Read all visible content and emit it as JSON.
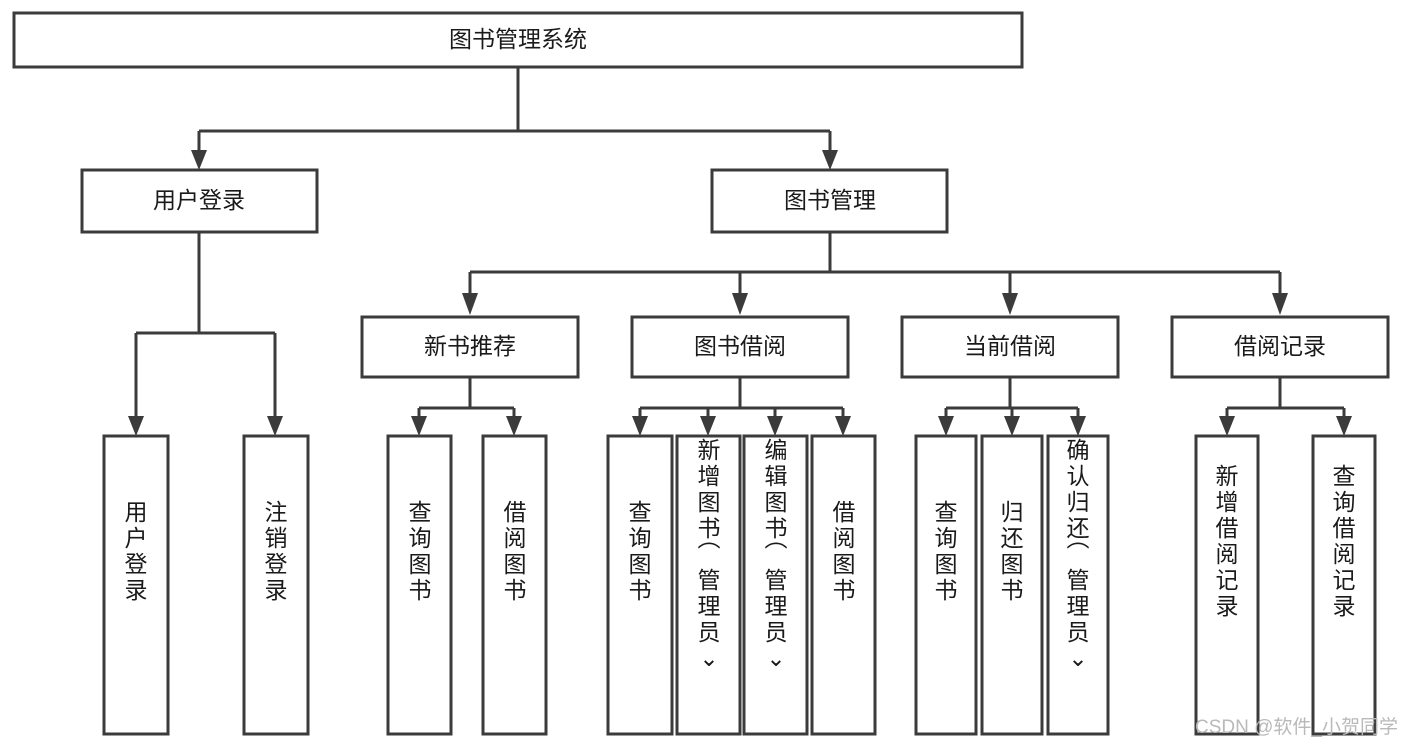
{
  "diagram": {
    "type": "tree",
    "title": "图书管理系统",
    "orientation": "top-down",
    "watermark": "CSDN @软件_小贺同学",
    "colors": {
      "stroke": "#3b3b3b",
      "box_fill": "#ffffff",
      "text": "#1a1a1a",
      "background": "#ffffff",
      "watermark": "#b9b9b9"
    },
    "nodes": {
      "root": {
        "label": "图书管理系统",
        "level": 1,
        "orientation": "horizontal"
      },
      "level2": [
        {
          "id": "user-login",
          "label": "用户登录",
          "orientation": "horizontal"
        },
        {
          "id": "book-management",
          "label": "图书管理",
          "orientation": "horizontal"
        }
      ],
      "level3": [
        {
          "id": "new-book-recommend",
          "label": "新书推荐",
          "orientation": "horizontal",
          "parent": "book-management"
        },
        {
          "id": "book-borrow",
          "label": "图书借阅",
          "orientation": "horizontal",
          "parent": "book-management"
        },
        {
          "id": "current-borrow",
          "label": "当前借阅",
          "orientation": "horizontal",
          "parent": "book-management"
        },
        {
          "id": "borrow-record",
          "label": "借阅记录",
          "orientation": "horizontal",
          "parent": "book-management"
        }
      ],
      "leaves": [
        {
          "id": "leaf-user-login",
          "label": "用户登录",
          "parent": "user-login",
          "orientation": "vertical"
        },
        {
          "id": "leaf-logout",
          "label": "注销登录",
          "parent": "user-login",
          "orientation": "vertical"
        },
        {
          "id": "leaf-query-book-1",
          "label": "查询图书",
          "parent": "new-book-recommend",
          "orientation": "vertical"
        },
        {
          "id": "leaf-borrow-book-1",
          "label": "借阅图书",
          "parent": "new-book-recommend",
          "orientation": "vertical"
        },
        {
          "id": "leaf-query-book-2",
          "label": "查询图书",
          "parent": "book-borrow",
          "orientation": "vertical"
        },
        {
          "id": "leaf-add-book",
          "label": "新增图书（管理员）",
          "parent": "book-borrow",
          "orientation": "vertical"
        },
        {
          "id": "leaf-edit-book",
          "label": "编辑图书（管理员）",
          "parent": "book-borrow",
          "orientation": "vertical"
        },
        {
          "id": "leaf-borrow-book-2",
          "label": "借阅图书",
          "parent": "book-borrow",
          "orientation": "vertical"
        },
        {
          "id": "leaf-query-book-3",
          "label": "查询图书",
          "parent": "current-borrow",
          "orientation": "vertical"
        },
        {
          "id": "leaf-return-book",
          "label": "归还图书",
          "parent": "current-borrow",
          "orientation": "vertical"
        },
        {
          "id": "leaf-confirm-return",
          "label": "确认归还（管理员）",
          "parent": "current-borrow",
          "orientation": "vertical"
        },
        {
          "id": "leaf-add-record",
          "label": "新增借阅记录",
          "parent": "borrow-record",
          "orientation": "vertical"
        },
        {
          "id": "leaf-query-record",
          "label": "查询借阅记录",
          "parent": "borrow-record",
          "orientation": "vertical"
        }
      ]
    }
  }
}
